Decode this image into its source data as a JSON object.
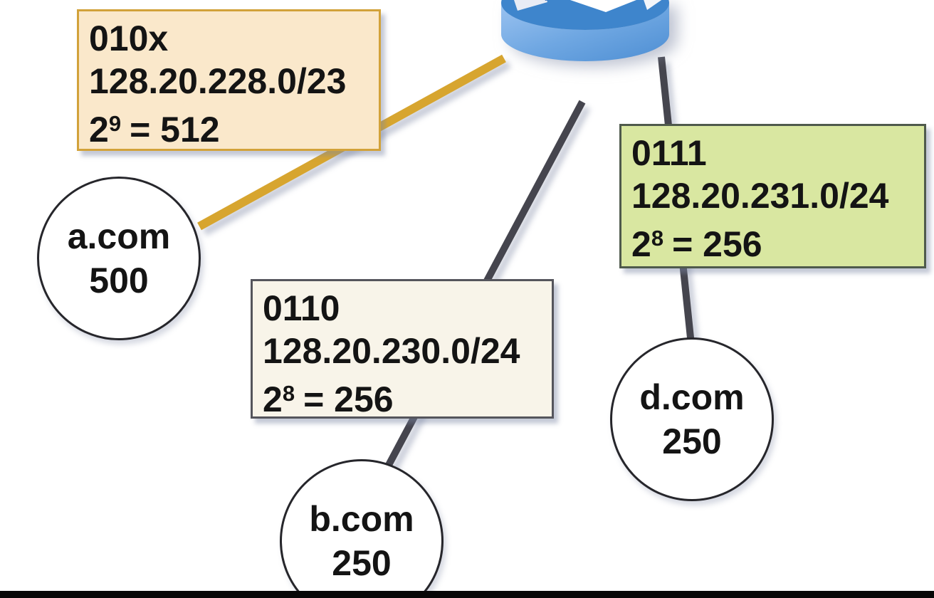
{
  "colors": {
    "link_gold": "#D7A52F",
    "link_dark": "#45454E",
    "subnet_a_fill": "#FAE8CB",
    "subnet_a_border": "#D2A23A",
    "subnet_b_fill": "#F8F4E9",
    "subnet_b_border": "#55555C",
    "subnet_d_fill": "#D9E7A1",
    "subnet_d_border": "#4F5A4C",
    "router_blue": "#5B9BD5"
  },
  "icons": {
    "router": "router-icon"
  },
  "subnets": [
    {
      "code": "010x",
      "cidr": "128.20.228.0/23",
      "power_base": "2",
      "power_exponent": "9",
      "power_result": "= 512"
    },
    {
      "code": "0110",
      "cidr": "128.20.230.0/24",
      "power_base": "2",
      "power_exponent": "8",
      "power_result": "= 256"
    },
    {
      "code": "0111",
      "cidr": "128.20.231.0/24",
      "power_base": "2",
      "power_exponent": "8",
      "power_result": "= 256"
    }
  ],
  "networks": [
    {
      "label": "a.com",
      "hosts": "500"
    },
    {
      "label": "b.com",
      "hosts": "250"
    },
    {
      "label": "d.com",
      "hosts": "250"
    }
  ]
}
